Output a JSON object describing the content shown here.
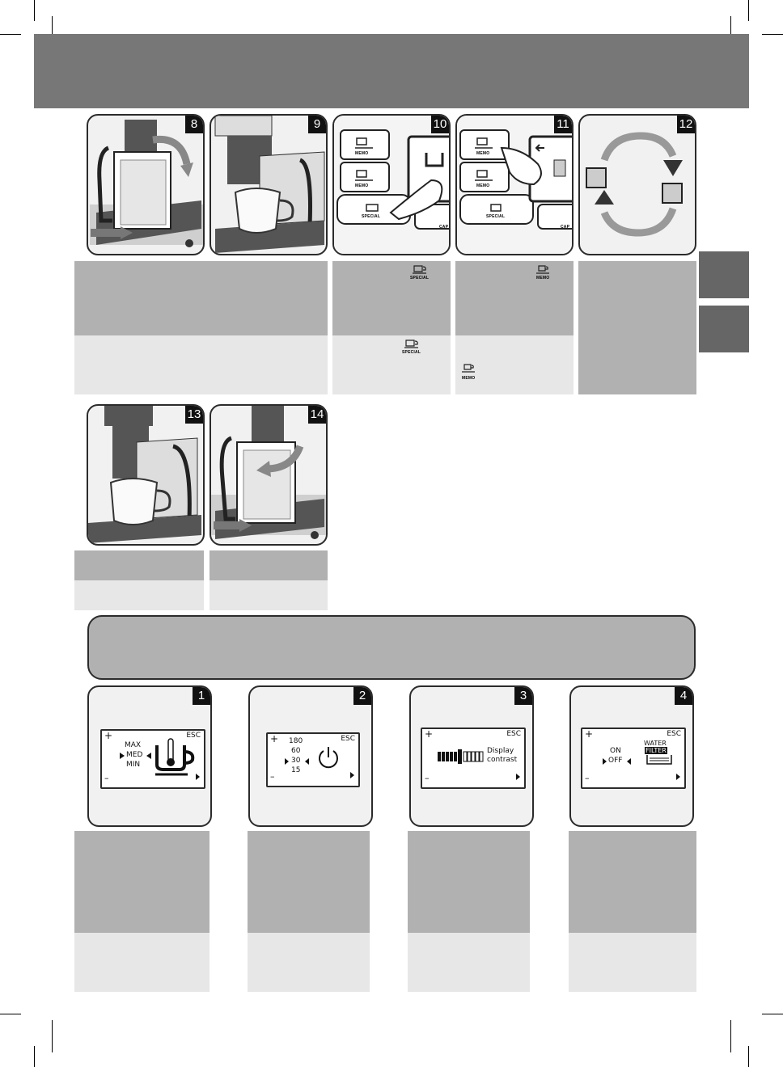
{
  "steps": {
    "s8": "8",
    "s9": "9",
    "s10": "10",
    "s11": "11",
    "s12": "12",
    "s13": "13",
    "s14": "14"
  },
  "buttons": {
    "memo": "MEMO",
    "special": "SPECIAL",
    "cap": "CAP"
  },
  "settings": {
    "p1": {
      "num": "1",
      "plus": "+",
      "minus": "–",
      "esc": "ESC",
      "max": "MAX",
      "med": "MED",
      "min": "MIN"
    },
    "p2": {
      "num": "2",
      "plus": "+",
      "minus": "–",
      "esc": "ESC",
      "o180": "180",
      "o60": "60",
      "o30": "30",
      "o15": "15"
    },
    "p3": {
      "num": "3",
      "plus": "+",
      "minus": "–",
      "esc": "ESC",
      "line1": "Display",
      "line2": "contrast"
    },
    "p4": {
      "num": "4",
      "plus": "+",
      "minus": "–",
      "esc": "ESC",
      "on": "ON",
      "off": "OFF",
      "water": "WATER",
      "filter": "FILTER"
    }
  },
  "colors": {
    "header": "#777777",
    "dark_box": "#b1b1b1",
    "light_box": "#e7e7e7",
    "tab": "#666666"
  }
}
